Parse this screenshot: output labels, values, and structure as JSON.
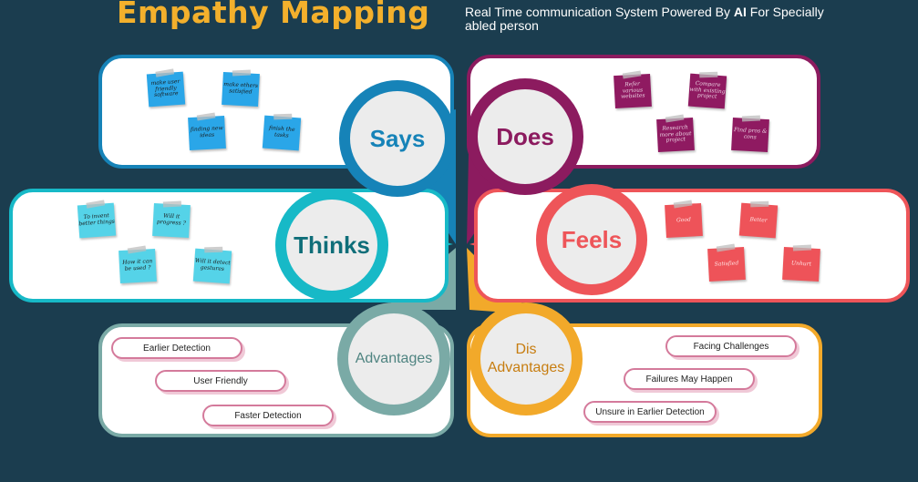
{
  "header": {
    "title": "Empathy Mapping",
    "subtitle_pre": "Real Time communication System Powered By ",
    "subtitle_bold": "AI",
    "subtitle_post": " For Specially abled person"
  },
  "says": {
    "label": "Says",
    "color": "#1683b8",
    "notes": [
      "make user friendly software",
      "make others satisfied",
      "finding new ideas",
      "finish the tasks"
    ]
  },
  "does": {
    "label": "Does",
    "color": "#8c1b5f",
    "notes": [
      "Refer various websites",
      "Compare with existing project",
      "Research more about project",
      "Find pros & cons"
    ]
  },
  "thinks": {
    "label": "Thinks",
    "color": "#17b9c7",
    "notes": [
      "To invent better things",
      "Will it progress ?",
      "How it can be used ?",
      "Will it detect gestures"
    ]
  },
  "feels": {
    "label": "Feels",
    "color": "#ee5559",
    "notes": [
      "Good",
      "Better",
      "Satisfied",
      "Unhurt"
    ]
  },
  "advantages": {
    "label": "Advantages",
    "color": "#7aaaa6",
    "items": [
      "Earlier Detection",
      "User Friendly",
      "Faster Detection"
    ]
  },
  "disadvantages": {
    "label_line1": "Dis",
    "label_line2": "Advantages",
    "color": "#f2a92a",
    "items": [
      "Facing Challenges",
      "Failures May Happen",
      "Unsure in Earlier Detection"
    ]
  }
}
